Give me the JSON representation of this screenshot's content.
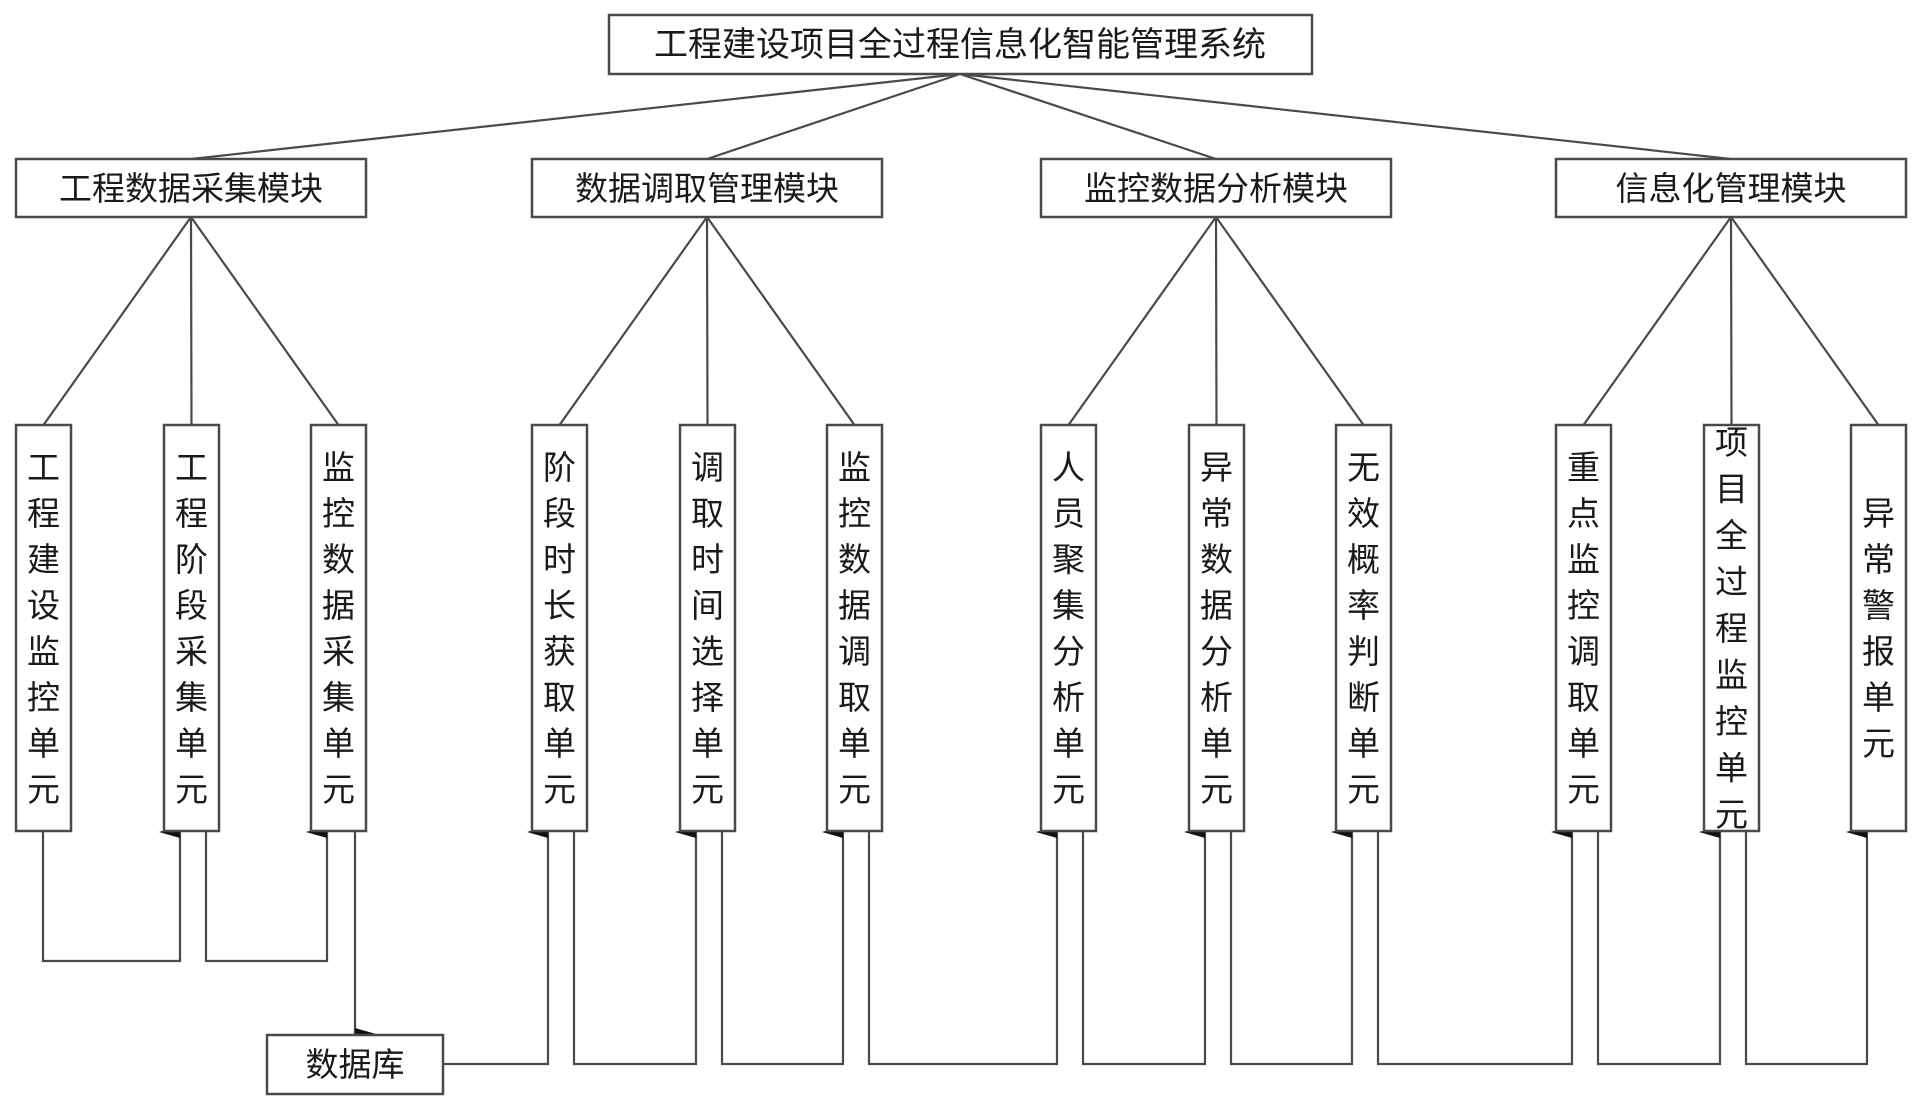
{
  "system": {
    "title": "工程建设项目全过程信息化智能管理系统"
  },
  "modules": [
    {
      "label": "工程数据采集模块",
      "units": [
        {
          "label": "工程建设监控单元"
        },
        {
          "label": "工程阶段采集单元"
        },
        {
          "label": "监控数据采集单元"
        }
      ]
    },
    {
      "label": "数据调取管理模块",
      "units": [
        {
          "label": "阶段时长获取单元"
        },
        {
          "label": "调取时间选择单元"
        },
        {
          "label": "监控数据调取单元"
        }
      ]
    },
    {
      "label": "监控数据分析模块",
      "units": [
        {
          "label": "人员聚集分析单元"
        },
        {
          "label": "异常数据分析单元"
        },
        {
          "label": "无效概率判断单元"
        }
      ]
    },
    {
      "label": "信息化管理模块",
      "units": [
        {
          "label": "重点监控调取单元"
        },
        {
          "label": "项目全过程监控单元"
        },
        {
          "label": "异常警报单元"
        }
      ]
    }
  ],
  "database": {
    "label": "数据库"
  },
  "colors": {
    "stroke": "#4a4a4a",
    "text": "#1a1a1a",
    "background": "#ffffff"
  }
}
